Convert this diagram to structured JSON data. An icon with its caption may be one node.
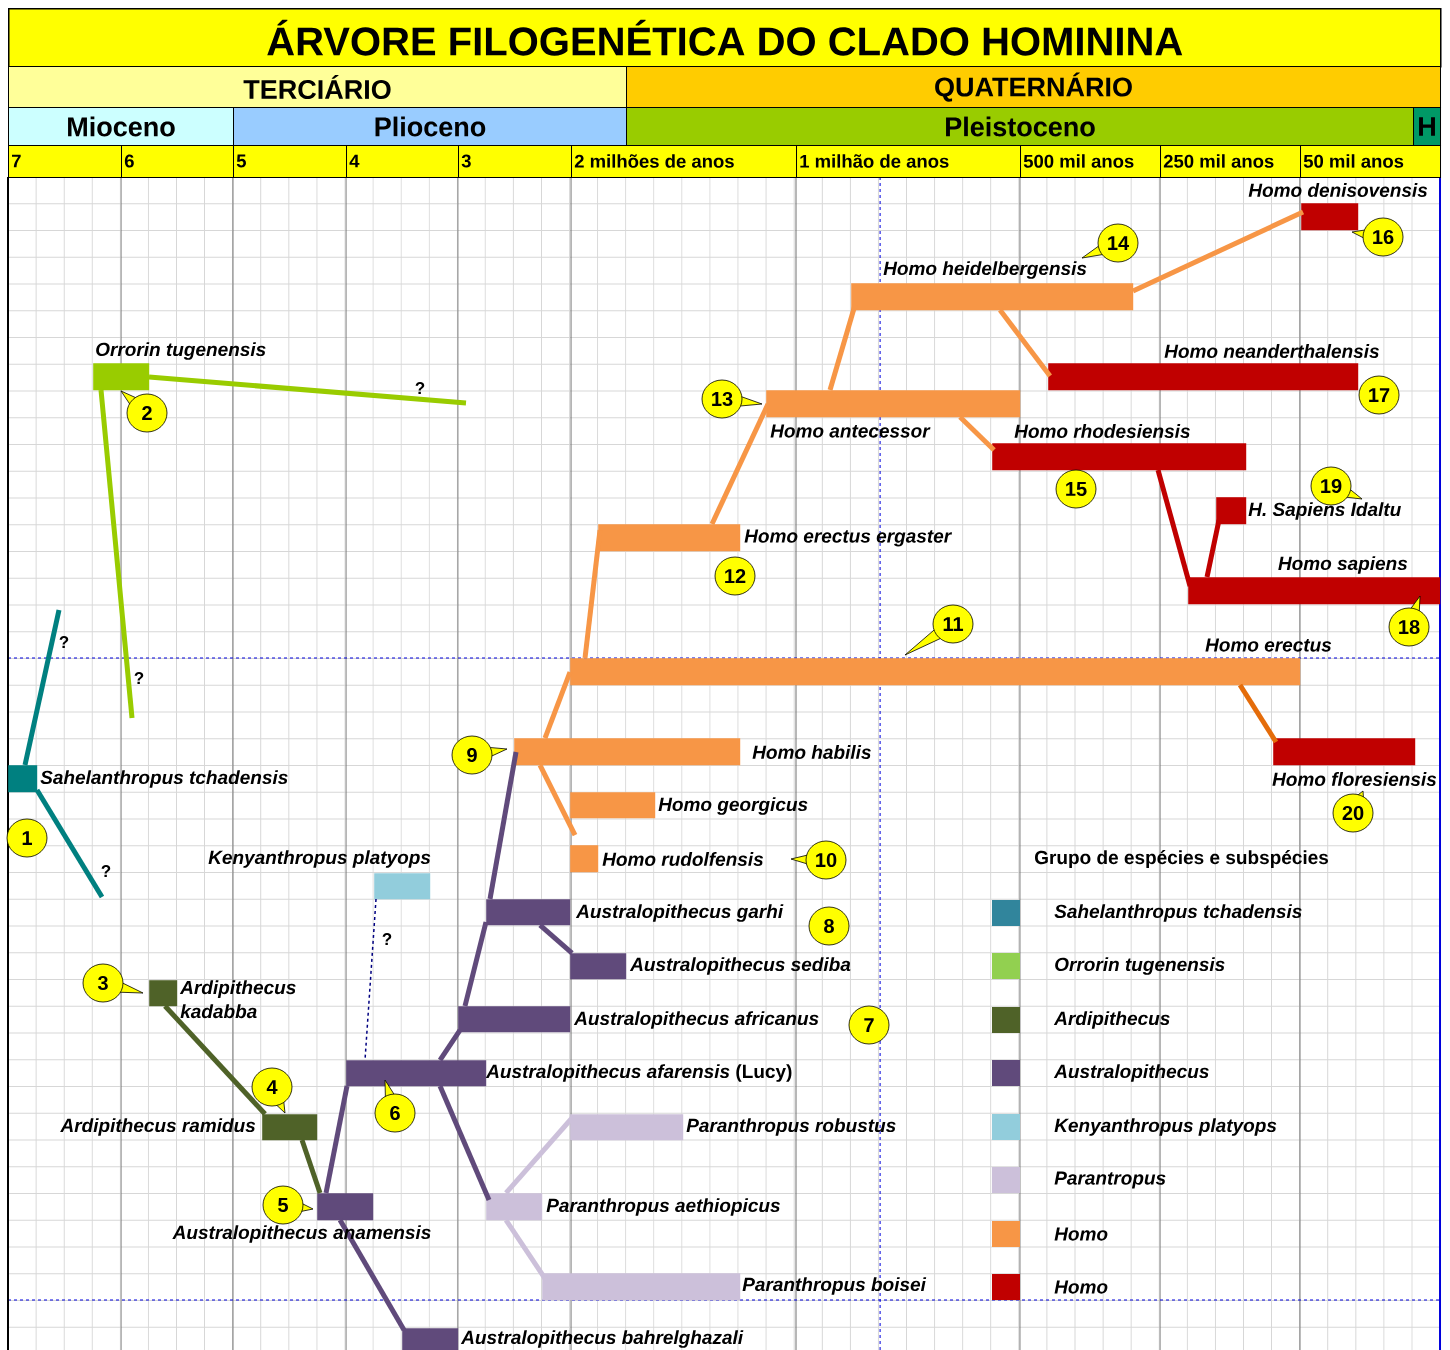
{
  "diagram": {
    "title": "ÁRVORE FILOGENÉTICA DO CLADO HOMININA",
    "nodes": [
      {
        "text": [
          "TERCIÁRIO"
        ]
      },
      {
        "text": [
          "QUATERNÁRIO"
        ]
      },
      {
        "text": [
          "Mioceno"
        ]
      },
      {
        "text": [
          "Plioceno"
        ]
      },
      {
        "text": [
          "Pleistoceno"
        ]
      },
      {
        "text": [
          "H"
        ]
      },
      {
        "text": [
          "Sahelanthropus tchadensis"
        ]
      },
      {
        "text": [
          "Orrorin tugenensis"
        ]
      },
      {
        "text": [
          "Ardipithecus kadabba"
        ]
      },
      {
        "text": [
          "Ardipithecus ramidus"
        ]
      },
      {
        "text": [
          "Australopithecus anamensis"
        ]
      },
      {
        "text": [
          "*Australopithecus afarensis* (Lucy)"
        ]
      },
      {
        "text": [
          "Kenyanthropus platyops"
        ]
      },
      {
        "text": [
          "Australopithecus africanus"
        ]
      },
      {
        "text": [
          "Australopithecus garhi"
        ]
      },
      {
        "text": [
          "Australopithecus sediba"
        ]
      },
      {
        "text": [
          "Australopithecus bahrelghazali"
        ]
      },
      {
        "text": [
          "Paranthropus robustus"
        ]
      },
      {
        "text": [
          "Paranthropus aethiopicus"
        ]
      },
      {
        "text": [
          "Paranthropus boisei"
        ]
      },
      {
        "text": [
          "Homo habilis"
        ]
      },
      {
        "text": [
          "Homo georgicus"
        ]
      },
      {
        "text": [
          "Homo rudolfensis"
        ]
      },
      {
        "text": [
          "Homo erectus"
        ]
      },
      {
        "text": [
          "Homo erectus ergaster"
        ]
      },
      {
        "text": [
          "Homo antecessor"
        ]
      },
      {
        "text": [
          "Homo heidelbergensis"
        ]
      },
      {
        "text": [
          "Homo rhodesiensis"
        ]
      },
      {
        "text": [
          "Homo neanderthalensis"
        ]
      },
      {
        "text": [
          "Homo denisovensis"
        ]
      },
      {
        "text": [
          "Homo sapiens"
        ]
      },
      {
        "text": [
          "H. Sapiens Idaltu"
        ]
      },
      {
        "text": [
          "Homo floresiensis"
        ]
      },
      {
        "text": [
          "1"
        ]
      },
      {
        "text": [
          "2"
        ]
      },
      {
        "text": [
          "3"
        ]
      },
      {
        "text": [
          "4"
        ]
      },
      {
        "text": [
          "5"
        ]
      },
      {
        "text": [
          "6"
        ]
      },
      {
        "text": [
          "7"
        ]
      },
      {
        "text": [
          "8"
        ]
      },
      {
        "text": [
          "9"
        ]
      },
      {
        "text": [
          "10"
        ]
      },
      {
        "text": [
          "11"
        ]
      },
      {
        "text": [
          "12"
        ]
      },
      {
        "text": [
          "13"
        ]
      },
      {
        "text": [
          "14"
        ]
      },
      {
        "text": [
          "15"
        ]
      },
      {
        "text": [
          "16"
        ]
      },
      {
        "text": [
          "17"
        ]
      },
      {
        "text": [
          "18"
        ]
      },
      {
        "text": [
          "19"
        ]
      },
      {
        "text": [
          "20"
        ]
      }
    ],
    "edges": [
      {
        "from": 6,
        "to": null,
        "arrow": "none",
        "color": "#008080"
      },
      {
        "from": 6,
        "to": null,
        "arrow": "none",
        "color": "#008080"
      },
      {
        "from": 7,
        "to": null,
        "arrow": "none",
        "color": "#99cc00"
      },
      {
        "from": 7,
        "to": null,
        "arrow": "none",
        "color": "#99cc00"
      },
      {
        "from": 8,
        "to": 9,
        "arrow": "none",
        "color": "#4f6228"
      },
      {
        "from": 9,
        "to": 10,
        "arrow": "none",
        "color": "#4f6228"
      },
      {
        "from": 10,
        "to": 11,
        "arrow": "none",
        "color": "#604a7b"
      },
      {
        "from": 10,
        "to": 16,
        "arrow": "none",
        "color": "#604a7b"
      },
      {
        "from": 12,
        "to": 11,
        "arrow": "none",
        "style": "dashed",
        "color": "#000080"
      },
      {
        "from": 11,
        "to": 13,
        "arrow": "none",
        "color": "#604a7b"
      },
      {
        "from": 11,
        "to": 18,
        "arrow": "none",
        "color": "#604a7b"
      },
      {
        "from": 13,
        "to": 14,
        "arrow": "none",
        "color": "#604a7b"
      },
      {
        "from": 14,
        "to": 20,
        "arrow": "none",
        "color": "#604a7b"
      },
      {
        "from": 14,
        "to": 15,
        "arrow": "none",
        "color": "#604a7b"
      },
      {
        "from": 18,
        "to": 17,
        "arrow": "none",
        "color": "#ccc0da"
      },
      {
        "from": 18,
        "to": 19,
        "arrow": "none",
        "color": "#ccc0da"
      },
      {
        "from": 20,
        "to": 23,
        "arrow": "none"
      },
      {
        "from": 20,
        "to": 22,
        "arrow": "none"
      },
      {
        "from": 23,
        "to": 24,
        "arrow": "none"
      },
      {
        "from": 23,
        "to": 32,
        "arrow": "none",
        "color": "#e46c0a"
      },
      {
        "from": 24,
        "to": 25,
        "arrow": "none"
      },
      {
        "from": 25,
        "to": 26,
        "arrow": "none"
      },
      {
        "from": 25,
        "to": 27,
        "arrow": "none"
      },
      {
        "from": 26,
        "to": 28,
        "arrow": "none"
      },
      {
        "from": 26,
        "to": 29,
        "arrow": "none"
      },
      {
        "from": 27,
        "to": 30,
        "arrow": "none",
        "color": "#c00000"
      },
      {
        "from": 30,
        "to": 31,
        "arrow": "none",
        "color": "#c00000"
      }
    ],
    "labels": [
      "7",
      "6",
      "5",
      "4",
      "3",
      "2 milhões de anos",
      "1 milhão de anos",
      "500 mil anos",
      "250 mil anos",
      "50 mil anos",
      "?",
      "?",
      "?",
      "?",
      "?",
      "Grupo de espécies e subspécies"
    ],
    "legend": [
      {
        "text": "Sahelanthropus tchadensis",
        "color": "#31859c"
      },
      {
        "text": "Orrorin tugenensis",
        "color": "#92d050"
      },
      {
        "text": "Ardipithecus",
        "color": "#4f6228"
      },
      {
        "text": "Australopithecus",
        "color": "#604a7b"
      },
      {
        "text": "Kenyanthropus platyops",
        "color": "#92cddc"
      },
      {
        "text": "Parantropus",
        "color": "#ccc0da"
      },
      {
        "text": "Homo",
        "color": "#f79646"
      },
      {
        "text": "Homo",
        "color": "#c00000"
      }
    ]
  }
}
